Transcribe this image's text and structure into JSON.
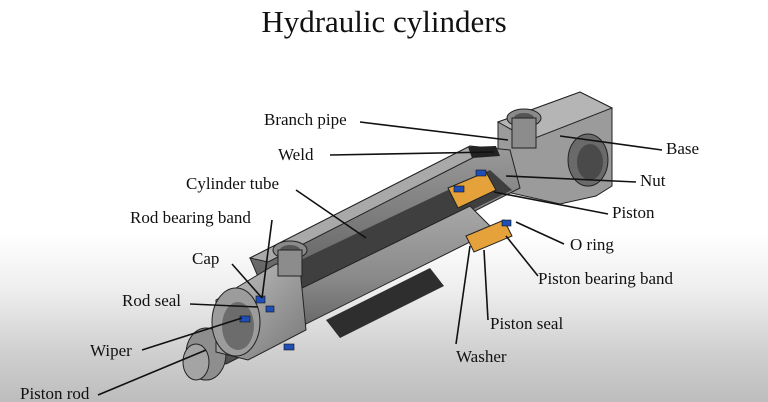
{
  "title": "Hydraulic cylinders",
  "labels": {
    "branch_pipe": "Branch pipe",
    "weld": "Weld",
    "cylinder_tube": "Cylinder tube",
    "rod_bearing_band": "Rod bearing band",
    "cap": "Cap",
    "rod_seal": "Rod seal",
    "wiper": "Wiper",
    "piston_rod": "Piston rod",
    "base": "Base",
    "nut": "Nut",
    "piston": "Piston",
    "o_ring": "O ring",
    "piston_bearing_band": "Piston bearing band",
    "piston_seal": "Piston seal",
    "washer": "Washer"
  },
  "colors": {
    "body": "#7d7d7d",
    "body_dark": "#4a4a4a",
    "seal_blue": "#1f4fb5",
    "band_orange": "#e6a23a"
  }
}
